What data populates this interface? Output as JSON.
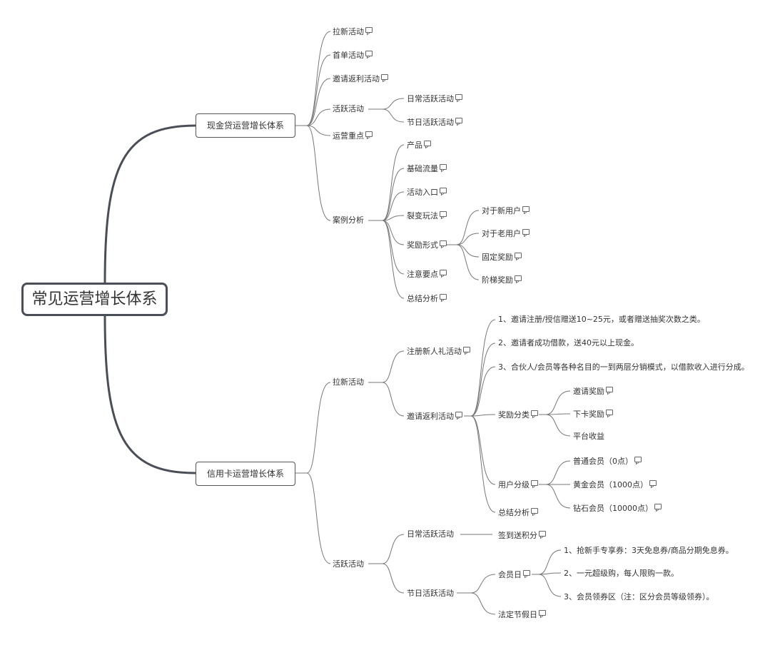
{
  "root": {
    "label": "常见运营增长体系"
  },
  "sections": {
    "cash_loan": "现金贷运营增长体系",
    "credit_card": "信用卡运营增长体系"
  },
  "cash": {
    "pull_new": "拉新活动",
    "first_order": "首单活动",
    "invite_rebate": "邀请返利活动",
    "active": "活跃活动",
    "active_daily": "日常活跃活动",
    "active_festival": "节日活跃活动",
    "focus": "运营重点",
    "case": "案例分析",
    "case_product": "产品",
    "case_traffic": "基础流量",
    "case_entry": "活动入口",
    "case_fission": "裂变玩法",
    "case_reward": "奖励形式",
    "reward_new": "对于新用户",
    "reward_old": "对于老用户",
    "reward_fixed": "固定奖励",
    "reward_ladder": "阶梯奖励",
    "case_notes": "注意要点",
    "case_summary": "总结分析"
  },
  "credit": {
    "pull_new": "拉新活动",
    "register_gift": "注册新人礼活动",
    "invite_rebate": "邀请返利活动",
    "rule1": "1、邀请注册/授信赠送10~25元，或者赠送抽奖次数之类。",
    "rule2": "2、邀请者成功借款，送40元以上现金。",
    "rule3": "3、合伙人/会员等各种名目的一到两层分销模式，以借款收入进行分成。",
    "reward_cat": "奖励分类",
    "reward_invite": "邀请奖励",
    "reward_card": "下卡奖励",
    "reward_platform": "平台收益",
    "user_level": "用户分级",
    "level_normal": "普通会员（0点）",
    "level_gold": "黄金会员（1000点）",
    "level_diamond": "钻石会员（10000点）",
    "summary": "总结分析",
    "active": "活跃活动",
    "active_daily": "日常活跃活动",
    "signin": "签到送积分",
    "active_festival": "节日活跃活动",
    "member_day": "会员日",
    "md1": "1、抢新手专享券：3天免息券/商品分期免息券。",
    "md2": "2、一元超级购，每人限购一款。",
    "md3": "3、会员领券区（注：区分会员等级领券）。",
    "holiday": "法定节假日"
  },
  "colors": {
    "line": "#4a4f57",
    "thin_line": "#777777",
    "text": "#333333"
  }
}
